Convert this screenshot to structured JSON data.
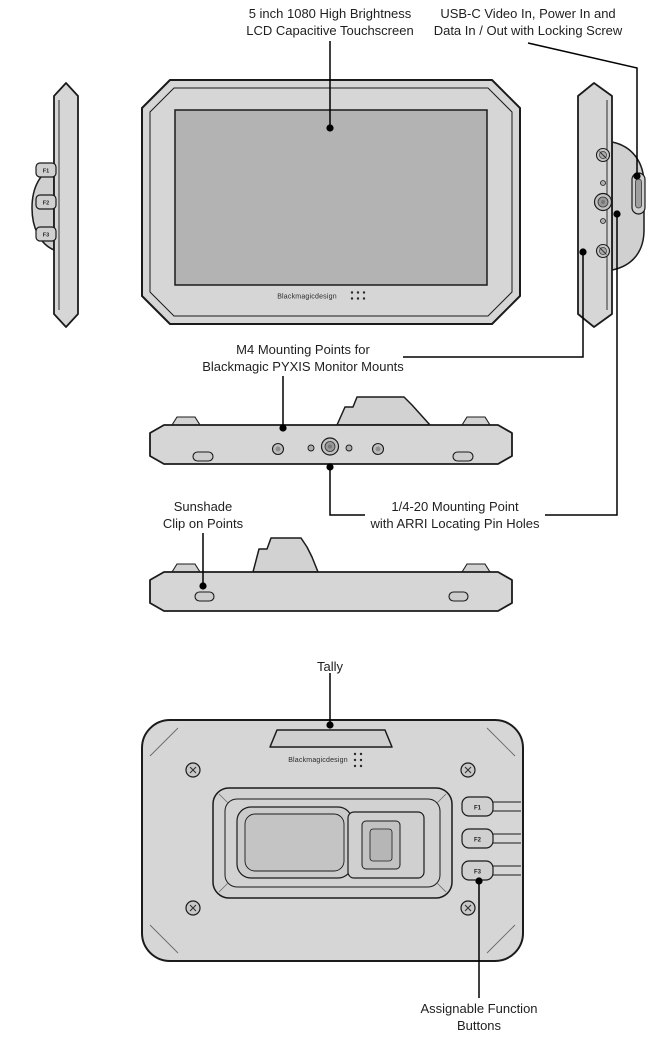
{
  "colors": {
    "background": "#ffffff",
    "body_fill": "#d6d6d6",
    "detail_fill": "#d0d0d0",
    "screen_fill": "#b3b3b3",
    "outline": "#1b1b1b",
    "callout": "#000000",
    "label_text": "#1f1f1f"
  },
  "labels": {
    "touchscreen": {
      "lines": [
        "5 inch 1080 High Brightness",
        "LCD Capacitive Touchscreen"
      ]
    },
    "usbc": {
      "lines": [
        "USB-C Video In, Power In and",
        "Data In / Out with Locking Screw"
      ]
    },
    "m4_mounts": {
      "lines": [
        "M4 Mounting Points for",
        "Blackmagic PYXIS Monitor Mounts"
      ]
    },
    "sunshade": {
      "lines": [
        "Sunshade",
        "Clip on Points"
      ]
    },
    "quarter_20": {
      "lines": [
        "1/4-20 Mounting Point",
        "with ARRI Locating Pin Holes"
      ]
    },
    "tally": {
      "lines": [
        "Tally"
      ]
    },
    "function_buttons": {
      "lines": [
        "Assignable Function",
        "Buttons"
      ]
    }
  },
  "device": {
    "brand": "Blackmagicdesign",
    "buttons": [
      "F1",
      "F2",
      "F3"
    ]
  }
}
